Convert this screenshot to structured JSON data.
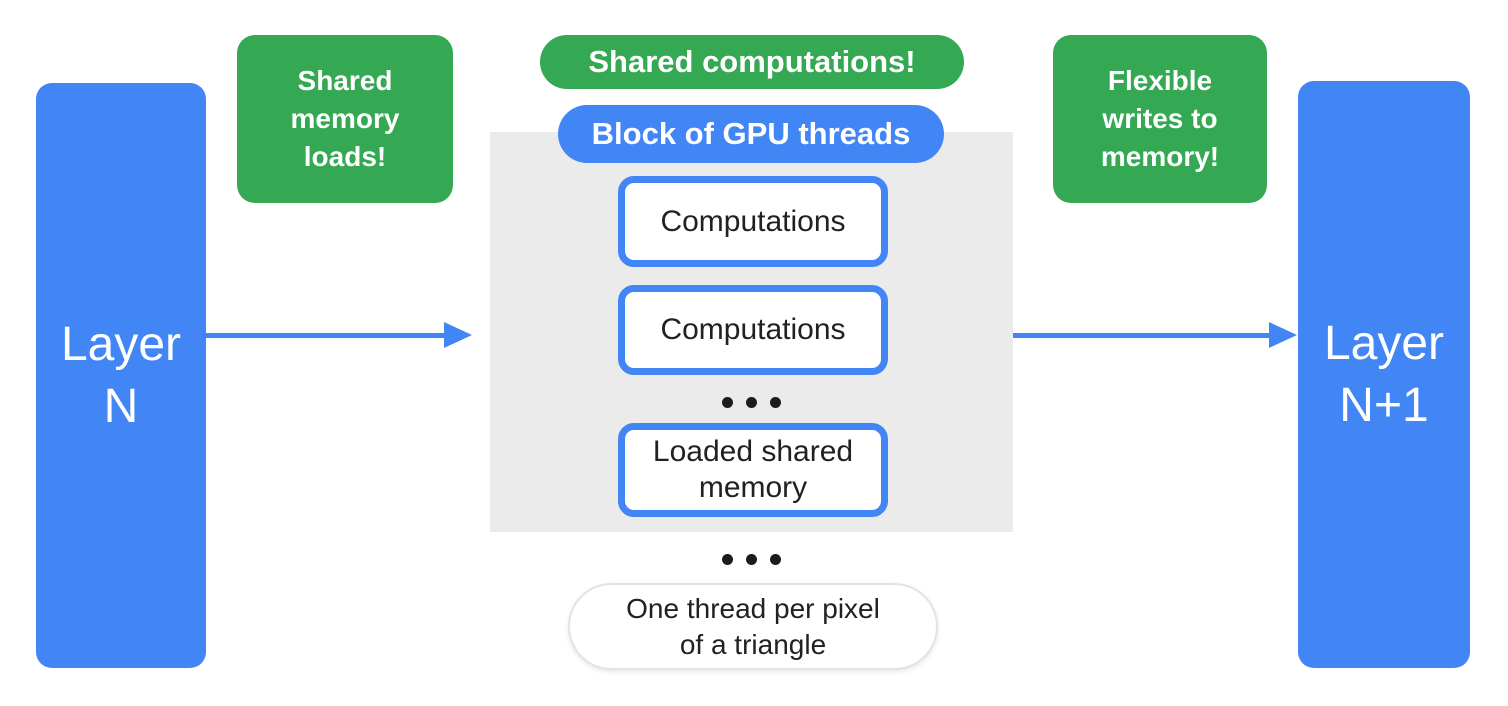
{
  "colors": {
    "blue": "#4285F4",
    "green": "#34A853",
    "block_gray": "#EBEBEB",
    "text_dark": "#202124",
    "dot_black": "#1C1C1C",
    "note_border": "#E1E3E6"
  },
  "layer_left": {
    "line1": "Layer",
    "line2": "N"
  },
  "layer_right": {
    "line1": "Layer",
    "line2": "N+1"
  },
  "callouts": {
    "left": {
      "line1": "Shared",
      "line2": "memory",
      "line3": "loads!"
    },
    "center": {
      "label": "Shared computations!"
    },
    "right": {
      "line1": "Flexible",
      "line2": "writes to",
      "line3": "memory!"
    }
  },
  "gpu_block": {
    "header": "Block of GPU threads",
    "box1": "Computations",
    "box2": "Computations",
    "box3": "Loaded shared memory"
  },
  "footnote": {
    "line1": "One thread per pixel",
    "line2": "of a triangle"
  }
}
